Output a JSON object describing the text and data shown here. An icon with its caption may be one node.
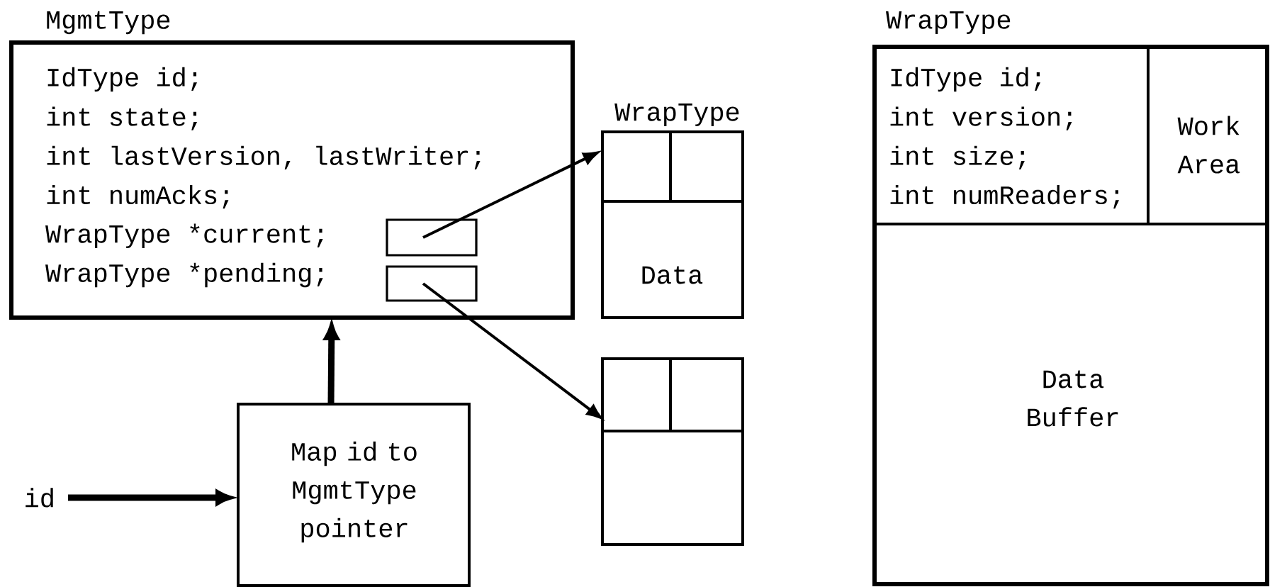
{
  "diagram": {
    "nodes": [
      {
        "text": [
          "MgmtType",
          "IdType id;",
          "int state;",
          "int lastVersion, lastWriter;",
          "int numAcks;",
          "WrapType *current;",
          "WrapType *pending;"
        ]
      },
      {
        "text": [],
        "shape": "box",
        "in": 0
      },
      {
        "text": [],
        "shape": "box",
        "in": 0
      },
      {
        "text": [
          "WrapType",
          "Data"
        ]
      },
      {
        "text": [],
        "shape": "box"
      },
      {
        "text": [
          "Map id to MgmtType pointer"
        ]
      },
      {
        "text": [
          "id"
        ]
      },
      {
        "text": [
          "WrapType",
          "IdType id;",
          "int version;",
          "int size;",
          "int numReaders;",
          "Work Area",
          "Data Buffer"
        ]
      }
    ],
    "edges": [
      {
        "from": 1,
        "to": 3,
        "arrow": "to"
      },
      {
        "from": 2,
        "to": 4,
        "arrow": "to"
      },
      {
        "from": 5,
        "to": 0,
        "arrow": "to",
        "style": "thick"
      },
      {
        "from": 6,
        "to": 5,
        "arrow": "to",
        "style": "thick"
      }
    ]
  }
}
